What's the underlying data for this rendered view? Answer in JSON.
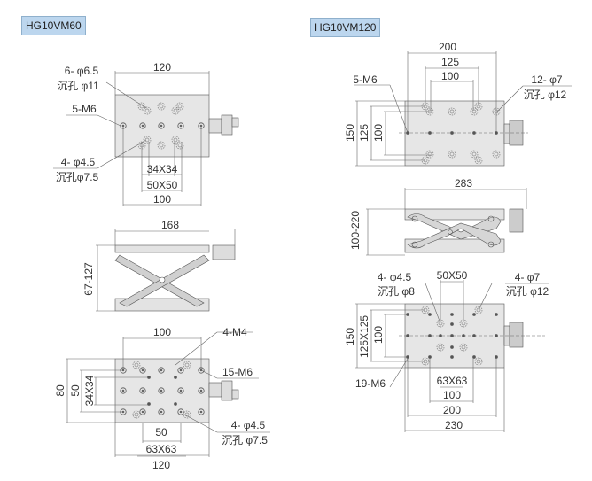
{
  "models": [
    {
      "title": "HG10VM60",
      "top_view": {
        "width": "120",
        "hole_label_1": "6- φ6.5",
        "hole_label_1b": "沉孔 φ11",
        "thread_label": "5-M6",
        "hole_label_2": "4- φ4.5",
        "hole_label_2b": "沉孔φ7.5",
        "dim_a": "34X34",
        "dim_b": "50X50",
        "dim_c": "100"
      },
      "side_view": {
        "length": "168",
        "height_range": "67-127"
      },
      "bottom_view": {
        "width_top": "100",
        "thread_small": "4-M4",
        "thread_main": "15-M6",
        "height": "80",
        "dim_50v": "50",
        "dim_34v": "34X34",
        "hole_label": "4- φ4.5",
        "hole_label_b": "沉孔 φ7.5",
        "dim_50h": "50",
        "dim_63": "63X63",
        "width_bottom": "120"
      }
    },
    {
      "title": "HG10VM120",
      "top_view": {
        "dim_200": "200",
        "dim_125": "125",
        "dim_100": "100",
        "thread_label": "5-M6",
        "hole_label": "12- φ7",
        "hole_label_b": "沉孔 φ12",
        "dim_150v": "150",
        "dim_125v": "125",
        "dim_100v": "100"
      },
      "side_view": {
        "length": "283",
        "height_range": "100-220"
      },
      "bottom_view": {
        "hole_label_1": "4- φ4.5",
        "hole_label_1b": "沉孔 φ8",
        "dim_50": "50X50",
        "hole_label_2": "4- φ7",
        "hole_label_2b": "沉孔 φ12",
        "dim_150v": "150",
        "dim_125v": "125X125",
        "dim_100v": "100",
        "thread_label": "19-M6",
        "dim_63": "63X63",
        "dim_100": "100",
        "dim_200": "200",
        "dim_230": "230"
      }
    }
  ],
  "colors": {
    "plate": "#e6e6e6",
    "badge": "#bcd6ee",
    "line": "#555555"
  }
}
